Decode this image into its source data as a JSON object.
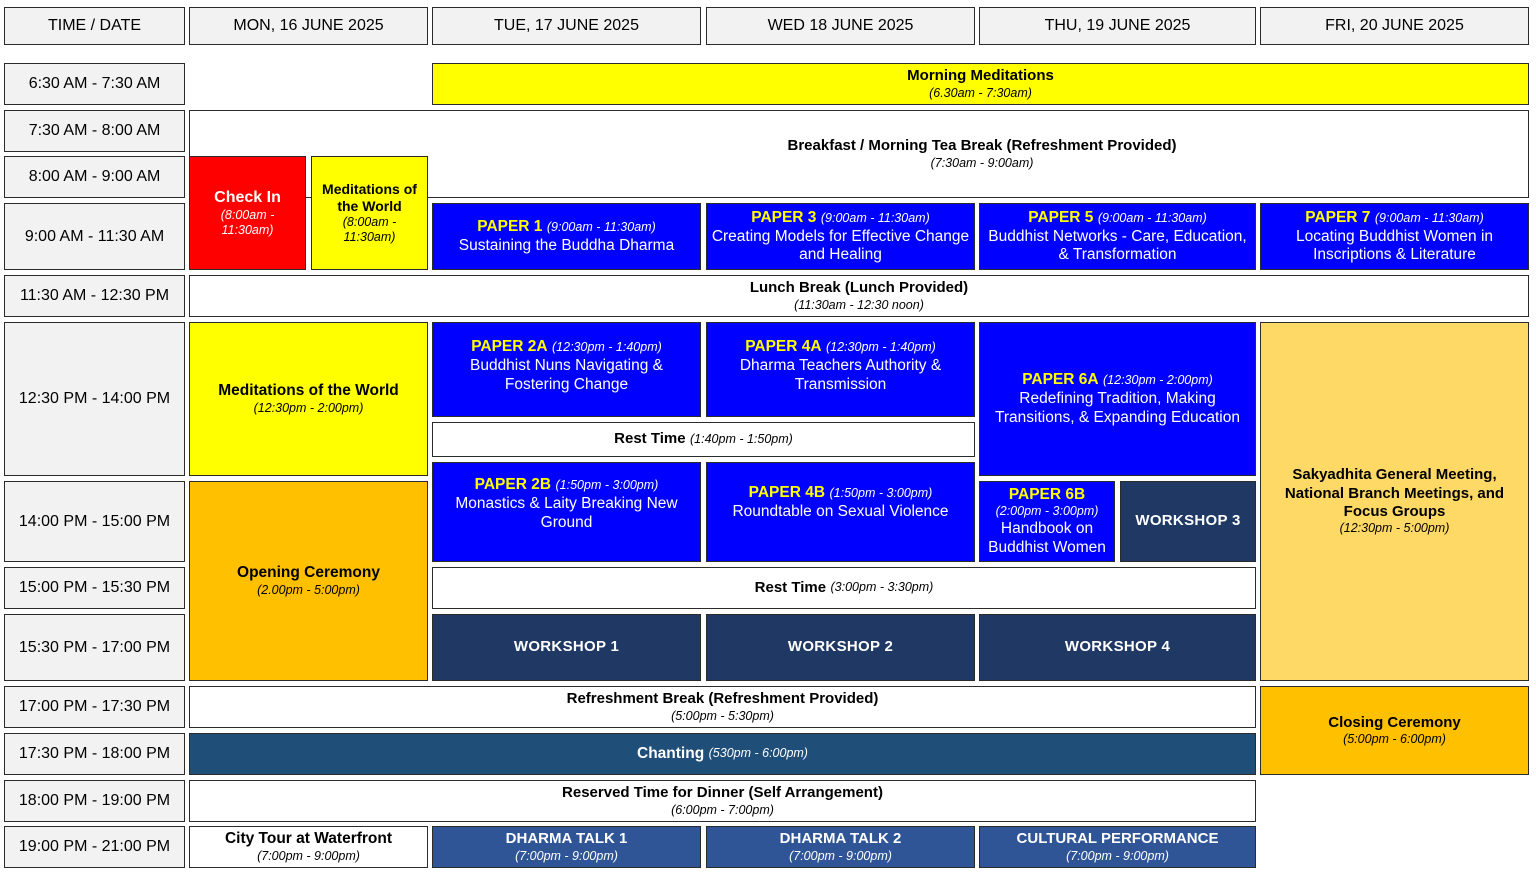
{
  "headers": [
    "TIME / DATE",
    "MON, 16 JUNE 2025",
    "TUE, 17 JUNE 2025",
    "WED 18 JUNE 2025",
    "THU, 19 JUNE 2025",
    "FRI, 20 JUNE 2025"
  ],
  "times": [
    "6:30 AM - 7:30 AM",
    "7:30 AM - 8:00 AM",
    "8:00 AM - 9:00 AM",
    "9:00 AM - 11:30 AM",
    "11:30 AM - 12:30 PM",
    "12:30 PM - 14:00 PM",
    "14:00 PM - 15:00 PM",
    "15:00 PM - 15:30 PM",
    "15:30 PM - 17:00 PM",
    "17:00 PM - 17:30 PM",
    "17:30 PM - 18:00 PM",
    "18:00 PM - 19:00 PM",
    "19:00 PM - 21:00 PM"
  ],
  "events": {
    "morning_meditations": {
      "title": "Morning Meditations",
      "time": "(6.30am - 7:30am)"
    },
    "breakfast": {
      "title": "Breakfast / Morning Tea Break (Refreshment Provided)",
      "time": "(7:30am - 9:00am)"
    },
    "check_in": {
      "title": "Check In",
      "time": "(8:00am - 11:30am)"
    },
    "meditations_am": {
      "title": "Meditations of the World",
      "time": "(8:00am - 11:30am)"
    },
    "paper1": {
      "label": "PAPER 1",
      "time": "(9:00am - 11:30am)",
      "title": "Sustaining the Buddha Dharma"
    },
    "paper3": {
      "label": "PAPER 3",
      "time": "(9:00am - 11:30am)",
      "title": "Creating Models for Effective Change and Healing"
    },
    "paper5": {
      "label": "PAPER 5",
      "time": "(9:00am - 11:30am)",
      "title": "Buddhist Networks - Care, Education, & Transformation"
    },
    "paper7": {
      "label": "PAPER 7",
      "time": "(9:00am - 11:30am)",
      "title": "Locating Buddhist Women in Inscriptions & Literature"
    },
    "lunch": {
      "title": "Lunch Break (Lunch Provided)",
      "time": "(11:30am - 12:30 noon)"
    },
    "meditations_pm": {
      "title": "Meditations of the World",
      "time": "(12:30pm - 2:00pm)"
    },
    "paper2a": {
      "label": "PAPER 2A",
      "time": "(12:30pm - 1:40pm)",
      "title": "Buddhist Nuns Navigating & Fostering Change"
    },
    "paper4a": {
      "label": "PAPER 4A",
      "time": "(12:30pm - 1:40pm)",
      "title": "Dharma Teachers Authority & Transmission"
    },
    "paper6a": {
      "label": "PAPER 6A",
      "time": "(12:30pm - 2:00pm)",
      "title": "Redefining Tradition, Making Transitions, & Expanding Education"
    },
    "general_meeting": {
      "title": "Sakyadhita General Meeting, National Branch Meetings, and Focus Groups",
      "time": "(12:30pm - 5:00pm)"
    },
    "rest1": {
      "title": "Rest Time",
      "time": "(1:40pm - 1:50pm)"
    },
    "paper2b": {
      "label": "PAPER 2B",
      "time": "(1:50pm - 3:00pm)",
      "title": "Monastics & Laity Breaking New Ground"
    },
    "paper4b": {
      "label": "PAPER 4B",
      "time": "(1:50pm - 3:00pm)",
      "title": "Roundtable on Sexual Violence"
    },
    "paper6b": {
      "label": "PAPER 6B",
      "time": "(2:00pm - 3:00pm)",
      "title": "Handbook on Buddhist Women"
    },
    "workshop3": {
      "title": "WORKSHOP 3"
    },
    "opening": {
      "title": "Opening Ceremony",
      "time": "(2.00pm - 5:00pm)"
    },
    "rest2": {
      "title": "Rest Time",
      "time": "(3:00pm - 3:30pm)"
    },
    "workshop1": {
      "title": "WORKSHOP 1"
    },
    "workshop2": {
      "title": "WORKSHOP 2"
    },
    "workshop4": {
      "title": "WORKSHOP 4"
    },
    "refreshment": {
      "title": "Refreshment Break (Refreshment Provided)",
      "time": "(5:00pm - 5:30pm)"
    },
    "closing": {
      "title": "Closing Ceremony",
      "time": "(5:00pm - 6:00pm)"
    },
    "chanting": {
      "title": "Chanting",
      "time": "(530pm - 6:00pm)"
    },
    "dinner": {
      "title": "Reserved Time for Dinner (Self Arrangement)",
      "time": "(6:00pm - 7:00pm)"
    },
    "city_tour": {
      "title": "City Tour at Waterfront",
      "time": "(7:00pm - 9:00pm)"
    },
    "dharma1": {
      "title": "DHARMA TALK 1",
      "time": "(7:00pm - 9:00pm)"
    },
    "dharma2": {
      "title": "DHARMA TALK 2",
      "time": "(7:00pm - 9:00pm)"
    },
    "cultural": {
      "title": "CULTURAL PERFORMANCE",
      "time": "(7:00pm - 9:00pm)"
    }
  },
  "colors": {
    "yellow": "#ffff00",
    "red": "#ff0000",
    "blue": "#0000ff",
    "navy": "#1f3864",
    "teal": "#1f4e79",
    "steel": "#2f5597",
    "orange": "#ffc000",
    "light_orange": "#ffd966",
    "header_gray": "#f2f2f2",
    "paper_label": "#ffff00"
  }
}
